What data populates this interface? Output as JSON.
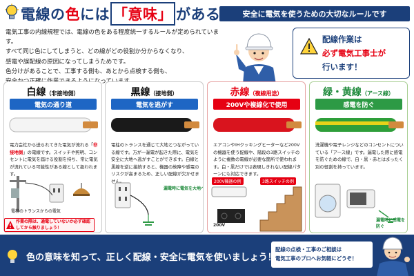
{
  "header": {
    "title_part1": "電線の",
    "title_color": "色",
    "title_part2": "には",
    "title_boxed": "「意味」",
    "title_part3": "がある！",
    "subtitle": "安全に電気を使うための大切なルールです"
  },
  "intro": [
    "電気工事の内線規程では、電線の色をある程度統一するルールが定められています。",
    "すべて同じ色にしてしまうと、どの線がどの役割か分からなくなり、",
    "感電や誤配線の原因になってしまうためです。",
    "色分けがあることで、工事する側も、あとから点検する側も、",
    "安全かつ正確に作業できるようになっています。"
  ],
  "warning": {
    "line1": "配線作業は",
    "line2": "必ず電気工事士が",
    "line3": "行います！"
  },
  "panels": [
    {
      "title": "白線",
      "title_note": "（非接地側）",
      "band": "電気の通り道",
      "wire_color": "#f4f4f4",
      "desc_before": "電力会社から送られてきた電気が流れる「",
      "desc_highlight": "非接地側",
      "desc_after": "」の電線です。スイッチや照明、コンセントに電気を届ける役割を持ち、常に電気が流れている可能性がある線として扱われます。",
      "illus_label": "電柱のトランスからの電気",
      "caution": "作業の際は、通電していないか必ず確認してから触りましょう！"
    },
    {
      "title": "黒線",
      "title_note": "（接地側）",
      "band": "電気を逃がす",
      "wire_color": "#1a1a1a",
      "desc": "電柱のトランスを通じて大地とつながっている線です。万が一漏電が起きた際に、電気を安全に大地へ逃がすことができます。白線と黒線を逆に接続すると、機器の故障や感電のリスクが高まるため、正しい配線が欠かせません。",
      "illus_label": "漏電時に電気を大地へ逃がす"
    },
    {
      "title": "赤線",
      "title_note": "（複線用途）",
      "band": "200Vや複線化で使用",
      "wire_color": "#d9141e",
      "desc": "エアコンやIHクッキングヒーターなど200Vの機器を使う配線や、階段の3路スイッチのように複数の電線が必要な箇所で使われます。白・黒だけでは表現しきれない配線パターンにも対応できます。",
      "label_200v_example": "200V機器の例",
      "label_3way": "3路スイッチの例",
      "label_200v": "200V"
    },
    {
      "title": "緑・黄線",
      "title_note": "（アース線）",
      "band": "感電を防ぐ",
      "wire_color": "#2e9e3a",
      "desc": "洗濯機や電子レンジなどのコンセントについている「アース線」です。漏電した際に感電を防ぐための線で、白・黒・赤とはまったく別の役割を持っています。",
      "illus_label": "漏電時に感電を防ぐ"
    }
  ],
  "footer": {
    "text": "色の意味を知って、正しく配線・安全に電気を使いましょう！",
    "box_line1": "配線の点検・工事のご相談は",
    "box_line2": "電気工事のプロへお気軽にどうぞ！"
  },
  "colors": {
    "navy": "#1b3f7a",
    "red": "#e60012",
    "blue_band": "#1e66c4",
    "green": "#2d9a45"
  }
}
